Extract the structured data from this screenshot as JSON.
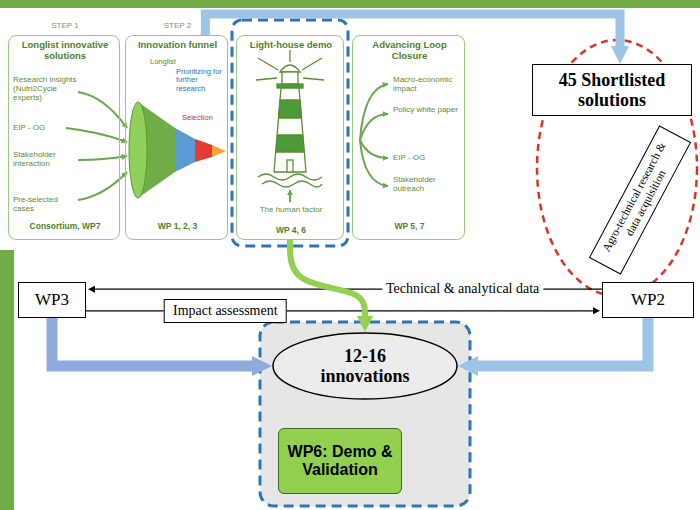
{
  "diagram": {
    "nodes": [
      {
        "text": [
          "STEP 1",
          "Longlist innovative solutions",
          "Research insights (Nutri2Cycle experts)",
          "EIP - OG",
          "Stakeholder interaction",
          "Pre-selected cases",
          "Consortium, WP7"
        ]
      },
      {
        "text": [
          "STEP 2",
          "Innovation funnel",
          "Longlist",
          "Prioritizing for further research",
          "Selection",
          "WP 1, 2, 3"
        ]
      },
      {
        "text": [
          "Light-house demo",
          "The human factor",
          "WP 4, 6"
        ]
      },
      {
        "text": [
          "Advancing Loop Closure",
          "Macro-economic impact",
          "Policy white paper",
          "EIP - OG",
          "Stakeholder outreach",
          "WP 5, 7"
        ]
      },
      {
        "text": [
          "45 Shortlisted solutions"
        ]
      },
      {
        "text": [
          "Agro-technical research & data acquisition"
        ]
      },
      {
        "text": [
          "WP3"
        ]
      },
      {
        "text": [
          "WP2"
        ]
      },
      {
        "text": [
          "12-16 innovations"
        ]
      },
      {
        "text": [
          "WP6: Demo & Validation"
        ]
      }
    ],
    "edges": [
      {
        "from": 1,
        "to": 4,
        "arrow": "to"
      },
      {
        "from": 7,
        "to": 6,
        "label": "Technical & analytical data",
        "arrow": "to"
      },
      {
        "from": 6,
        "to": 7,
        "label": "Impact assessment",
        "arrow": "to"
      },
      {
        "from": 2,
        "to": 8,
        "arrow": "to"
      },
      {
        "from": 6,
        "to": 8,
        "arrow": "to"
      },
      {
        "from": 7,
        "to": 8,
        "arrow": "to"
      }
    ]
  }
}
